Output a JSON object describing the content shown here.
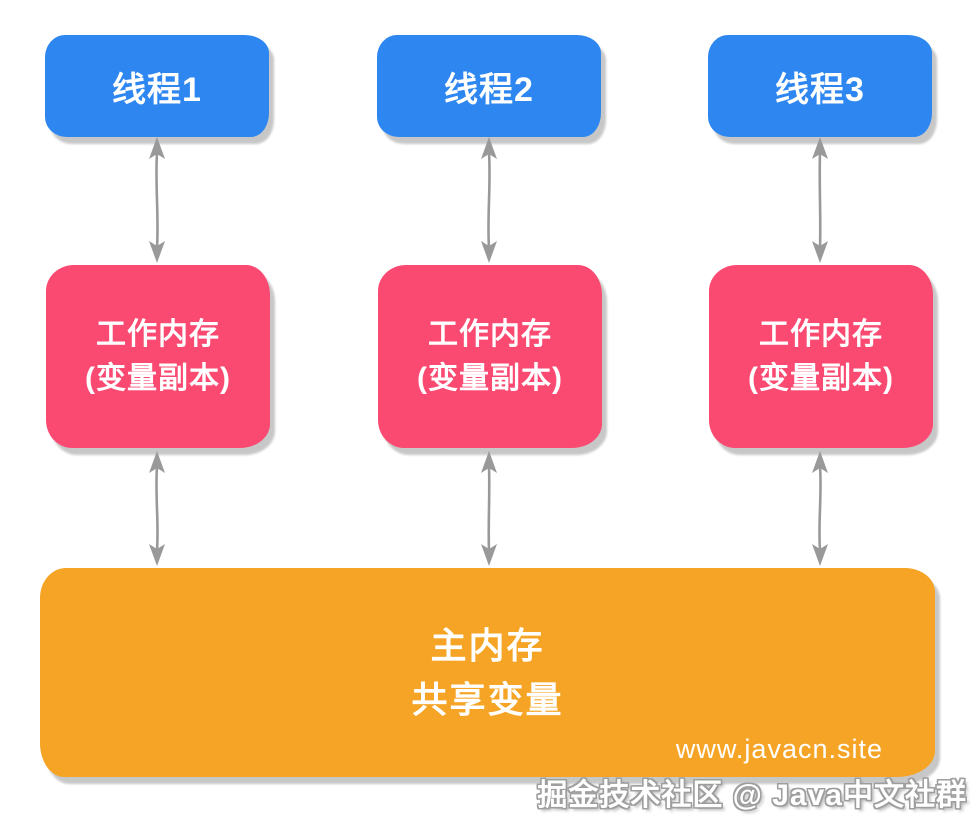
{
  "diagram": {
    "title_semantic": "Java memory model: threads, working memory, main memory",
    "threads": [
      {
        "label": "线程1"
      },
      {
        "label": "线程2"
      },
      {
        "label": "线程3"
      }
    ],
    "working_memory": {
      "line1": "工作内存",
      "line2": "(变量副本)"
    },
    "main_memory": {
      "line1": "主内存",
      "line2": "共享变量"
    },
    "watermark": "www.javacn.site",
    "footer": "掘金技术社区 @ Java中文社群",
    "colors": {
      "thread_box": "#2e86f0",
      "working_memory_box": "#fb4a72",
      "main_memory_box": "#f5a425",
      "arrow": "#999999",
      "box_text": "#ffffff"
    }
  }
}
